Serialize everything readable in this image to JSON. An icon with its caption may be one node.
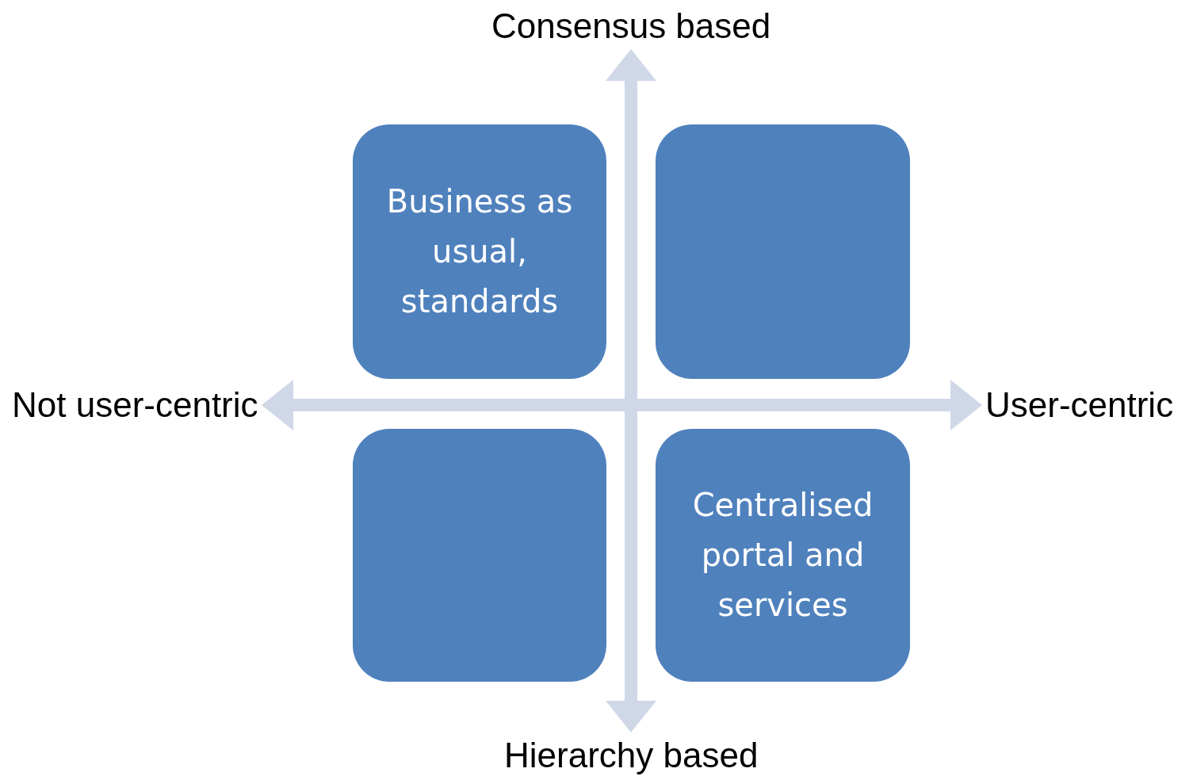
{
  "diagram": {
    "nodes": [
      {
        "text": [
          "Consensus based"
        ]
      },
      {
        "text": [
          "Business as usual, standards"
        ]
      },
      {
        "text": [],
        "shape": "box"
      },
      {
        "text": [
          "Not user-centric"
        ]
      },
      {
        "text": [
          "User-centric"
        ]
      },
      {
        "text": [],
        "shape": "box"
      },
      {
        "text": [
          "Centralised portal and services"
        ]
      },
      {
        "text": [
          "Hierarchy based"
        ]
      }
    ],
    "edges": [
      {
        "from": 7,
        "to": 0,
        "arrow": "both"
      },
      {
        "from": 3,
        "to": 4,
        "arrow": "both"
      }
    ]
  }
}
